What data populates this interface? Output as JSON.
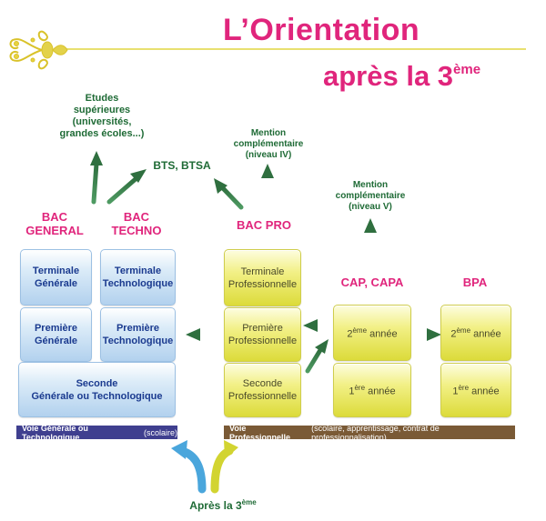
{
  "title": {
    "line1": "L’Orientation",
    "line2_main": "après la 3",
    "line2_sup": "ème"
  },
  "outcomes": {
    "etudes": [
      "Etudes",
      "supérieures",
      "(universités,",
      "grandes écoles...)"
    ],
    "bts": "BTS, BTSA",
    "mention4": [
      "Mention",
      "complémentaire",
      "(niveau IV)"
    ],
    "mention5": [
      "Mention",
      "complémentaire",
      "(niveau V)"
    ]
  },
  "bac_labels": {
    "general": [
      "BAC",
      "GENERAL"
    ],
    "techno": [
      "BAC",
      "TECHNO"
    ],
    "pro": "BAC PRO",
    "cap": "CAP, CAPA",
    "bpa": "BPA"
  },
  "boxes": {
    "terminale_generale": [
      "Terminale",
      "Générale"
    ],
    "terminale_techno": [
      "Terminale",
      "Technologique"
    ],
    "premiere_generale": [
      "Première",
      "Générale"
    ],
    "premiere_techno": [
      "Première",
      "Technologique"
    ],
    "seconde_gt": [
      "Seconde",
      "Générale ou Technologique"
    ],
    "terminale_pro": [
      "Terminale",
      "Professionnelle"
    ],
    "premiere_pro": [
      "Première",
      "Professionnelle"
    ],
    "seconde_pro": [
      "Seconde",
      "Professionnelle"
    ],
    "cap_annee2": {
      "num": "2",
      "sup": "ème",
      "rest": " année"
    },
    "cap_annee1": {
      "num": "1",
      "sup": "ère",
      "rest": " année"
    },
    "bpa_annee2": {
      "num": "2",
      "sup": "ème",
      "rest": " année"
    },
    "bpa_annee1": {
      "num": "1",
      "sup": "ère",
      "rest": " année"
    }
  },
  "voies": {
    "generale": {
      "bold": "Voie Générale ou Technologique",
      "normal": "(scolaire)",
      "color": "#3f3f8f"
    },
    "pro": {
      "bold": "Voie Professionnelle",
      "normal": "(scolaire, apprentissage, contrat de professionnalisation)",
      "color": "#7a5a36"
    }
  },
  "footer": {
    "main": "Après la 3",
    "sup": "ème"
  },
  "colors": {
    "pink": "#e0257c",
    "green": "#1f6b36",
    "blue_text": "#1a3a8f",
    "yellow_line": "#e8e070"
  }
}
